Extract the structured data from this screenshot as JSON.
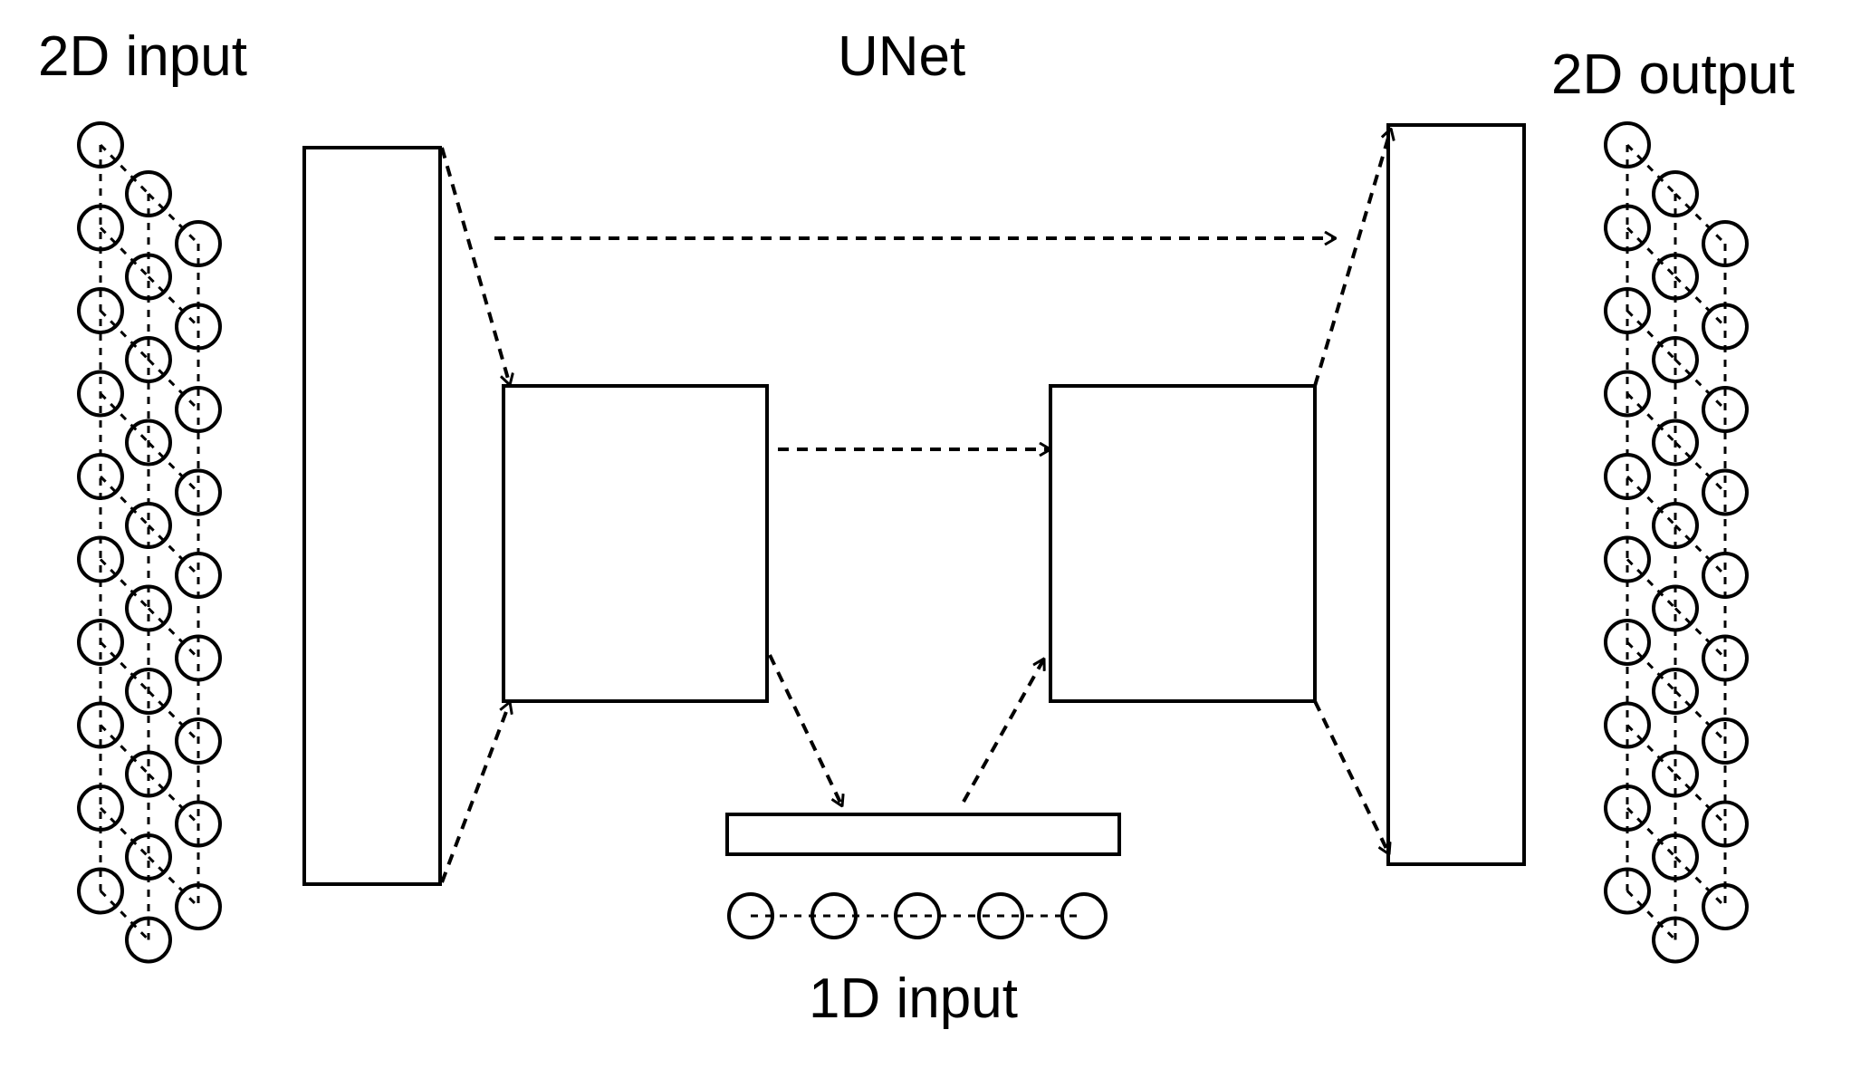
{
  "labels": {
    "input_2d": "2D input",
    "unet": "UNet",
    "output_2d": "2D output",
    "input_1d": "1D input"
  },
  "colors": {
    "stroke": "#000000",
    "background": "#ffffff"
  },
  "nodes": {
    "input_2d_columns": [
      10,
      10,
      9
    ],
    "output_2d_columns": [
      10,
      10,
      9
    ],
    "input_1d_count": 5
  }
}
